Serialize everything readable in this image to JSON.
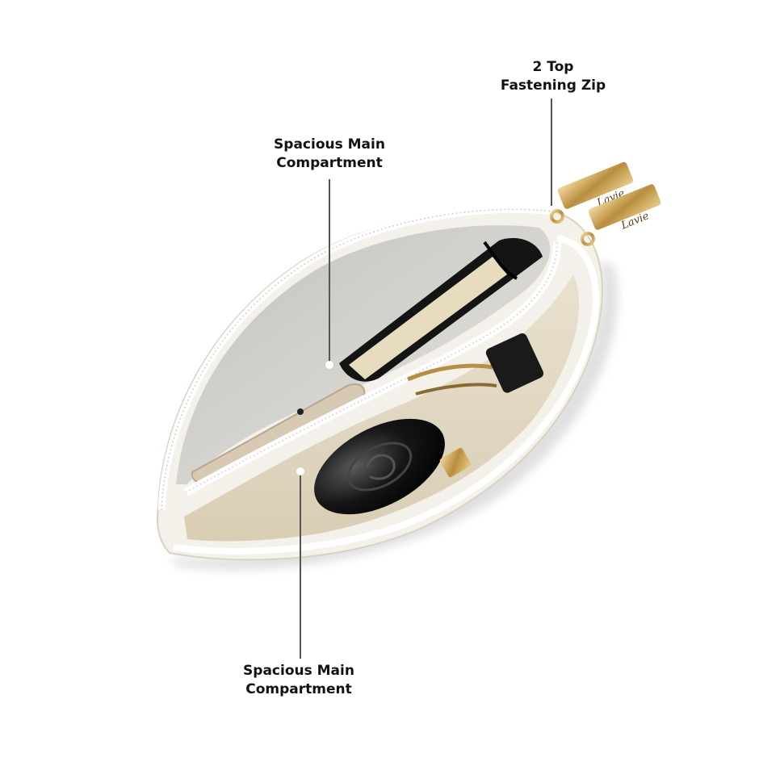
{
  "callouts": {
    "zip": {
      "line1": "2 Top",
      "line2": "Fastening Zip"
    },
    "upper_compartment": {
      "line1": "Spacious Main",
      "line2": "Compartment"
    },
    "lower_compartment": {
      "line1": "Spacious Main",
      "line2": "Compartment"
    }
  },
  "zip_pull_engraving": "Lavie",
  "colors": {
    "background": "#ffffff",
    "pouch_shell": "#f4f1ea",
    "lining_grey": "#cfd0cd",
    "lining_cream": "#ece4d2",
    "zipper": "#ffffff",
    "gold_hardware": "#caa55a",
    "callout_text": "#111111",
    "leader_line": "#555555"
  }
}
